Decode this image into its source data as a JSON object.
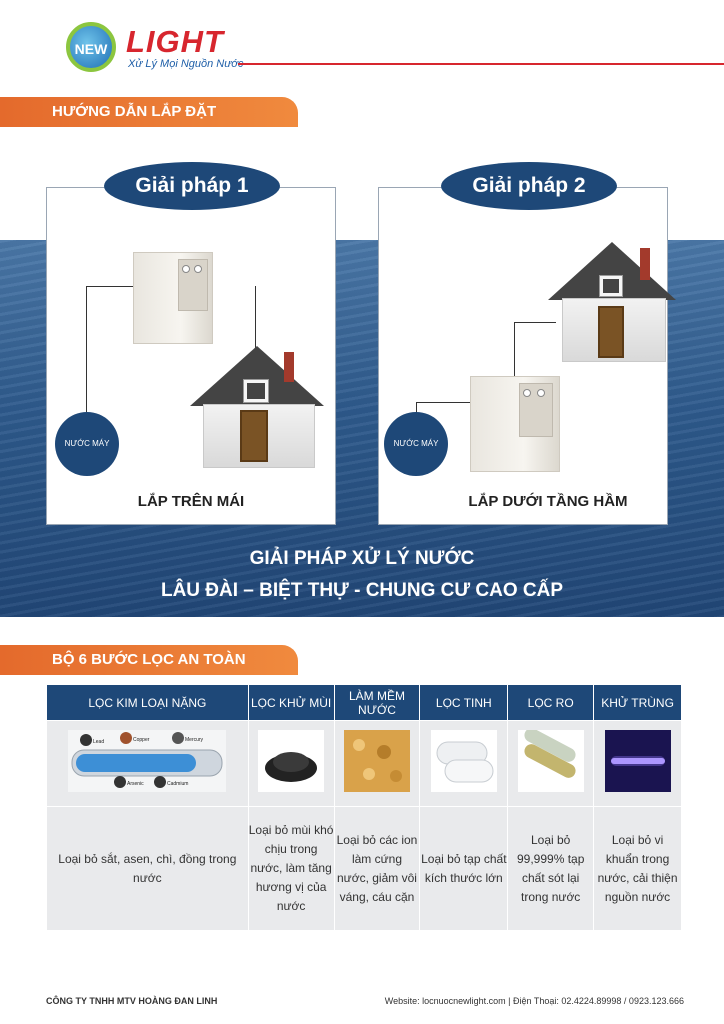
{
  "brand": {
    "badge": "NEW",
    "name": "LIGHT",
    "tagline": "Xử Lý Mọi Nguồn Nước"
  },
  "section1": {
    "banner": "HƯỚNG DẪN LẮP ĐẶT",
    "solution1": {
      "title": "Giải pháp 1",
      "water": "NƯỚC MÁY",
      "caption": "LẮP TRÊN MÁI"
    },
    "solution2": {
      "title": "Giải pháp 2",
      "water": "NƯỚC MÁY",
      "caption": "LẮP DƯỚI TẦNG HẦM"
    },
    "headline1": "GIẢI PHÁP XỬ LÝ NƯỚC",
    "headline2": "LÂU ĐÀI – BIỆT THỰ - CHUNG CƯ CAO CẤP"
  },
  "section2": {
    "banner": "BỘ 6 BƯỚC LỌC AN TOÀN",
    "pipe_labels": [
      "Lead",
      "Copper",
      "Mercury",
      "Arsenic",
      "Cadmium"
    ],
    "columns": [
      {
        "header": "LỌC KIM LOẠI NẶNG",
        "desc": "Loại bỏ sắt, asen, chì, đồng trong nước"
      },
      {
        "header": "LỌC KHỬ MÙI",
        "desc": "Loại bỏ mùi khó chịu trong nước, làm tăng hương vị của nước"
      },
      {
        "header": "LÀM MỀM NƯỚC",
        "desc": "Loại bỏ các ion làm cứng nước, giảm vôi váng, cáu cặn"
      },
      {
        "header": "LỌC TINH",
        "desc": "Loại bỏ tạp chất kích thước lớn"
      },
      {
        "header": "LỌC RO",
        "desc": "Loại bỏ 99,999% tạp chất sót lại trong nước"
      },
      {
        "header": "KHỬ TRÙNG",
        "desc": "Loại bỏ vi khuẩn trong nước, cải thiện nguồn nước"
      }
    ]
  },
  "footer": {
    "company": "CÔNG TY TNHH MTV HOÀNG ĐAN LINH",
    "contact": "Website: locnuocnewlight.com | Điện Thoại: 02.4224.89998 / 0923.123.666"
  },
  "colors": {
    "navy": "#1e4878",
    "orange": "#e46a2c",
    "red": "#d7262e"
  }
}
